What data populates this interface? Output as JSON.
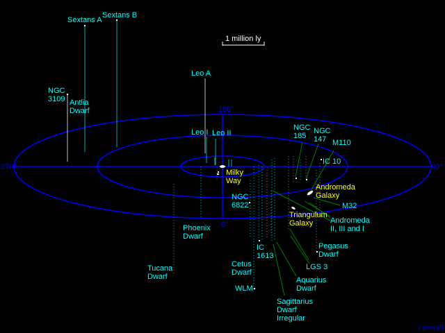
{
  "scale_bar": "1 million ly",
  "angles": {
    "a180": "180°",
    "a0": "0°",
    "a270": "270°",
    "a90": "90°"
  },
  "galaxies": {
    "sextans_a": "Sextans A",
    "sextans_b": "Sextans B",
    "ngc3109": "NGC\n3109",
    "antlia": "Antlia\nDwarf",
    "leo_a": "Leo A",
    "leo_i": "Leo I",
    "leo_ii": "Leo II",
    "milky_way": "Milky\nWay",
    "ngc6822": "NGC\n6822",
    "phoenix": "Phoenix\nDwarf",
    "tucana": "Tucana\nDwarf",
    "ngc185": "NGC\n185",
    "ngc147": "NGC\n147",
    "m110": "M110",
    "ic10": "IC 10",
    "andromeda": "Andromeda\nGalaxy",
    "m32": "M32",
    "triangulum": "Triangulum\nGalaxy",
    "andromeda_dw": "Andromeda\nII, III and I",
    "pegasus": "Pegasus\nDwarf",
    "ic1613": "IC\n1613",
    "cetus": "Cetus\nDwarf",
    "wlm": "WLM",
    "lgs3": "LGS 3",
    "aquarius": "Aquarius\nDwarf",
    "sagittarius": "Sagittarius\nDwarf\nIrregular"
  },
  "credit": "r powell",
  "colors": {
    "grid": "#0000ff",
    "label": "#00ffff",
    "major": "#ffff00",
    "pointer": "#008000",
    "stem": "#00b0b0"
  }
}
